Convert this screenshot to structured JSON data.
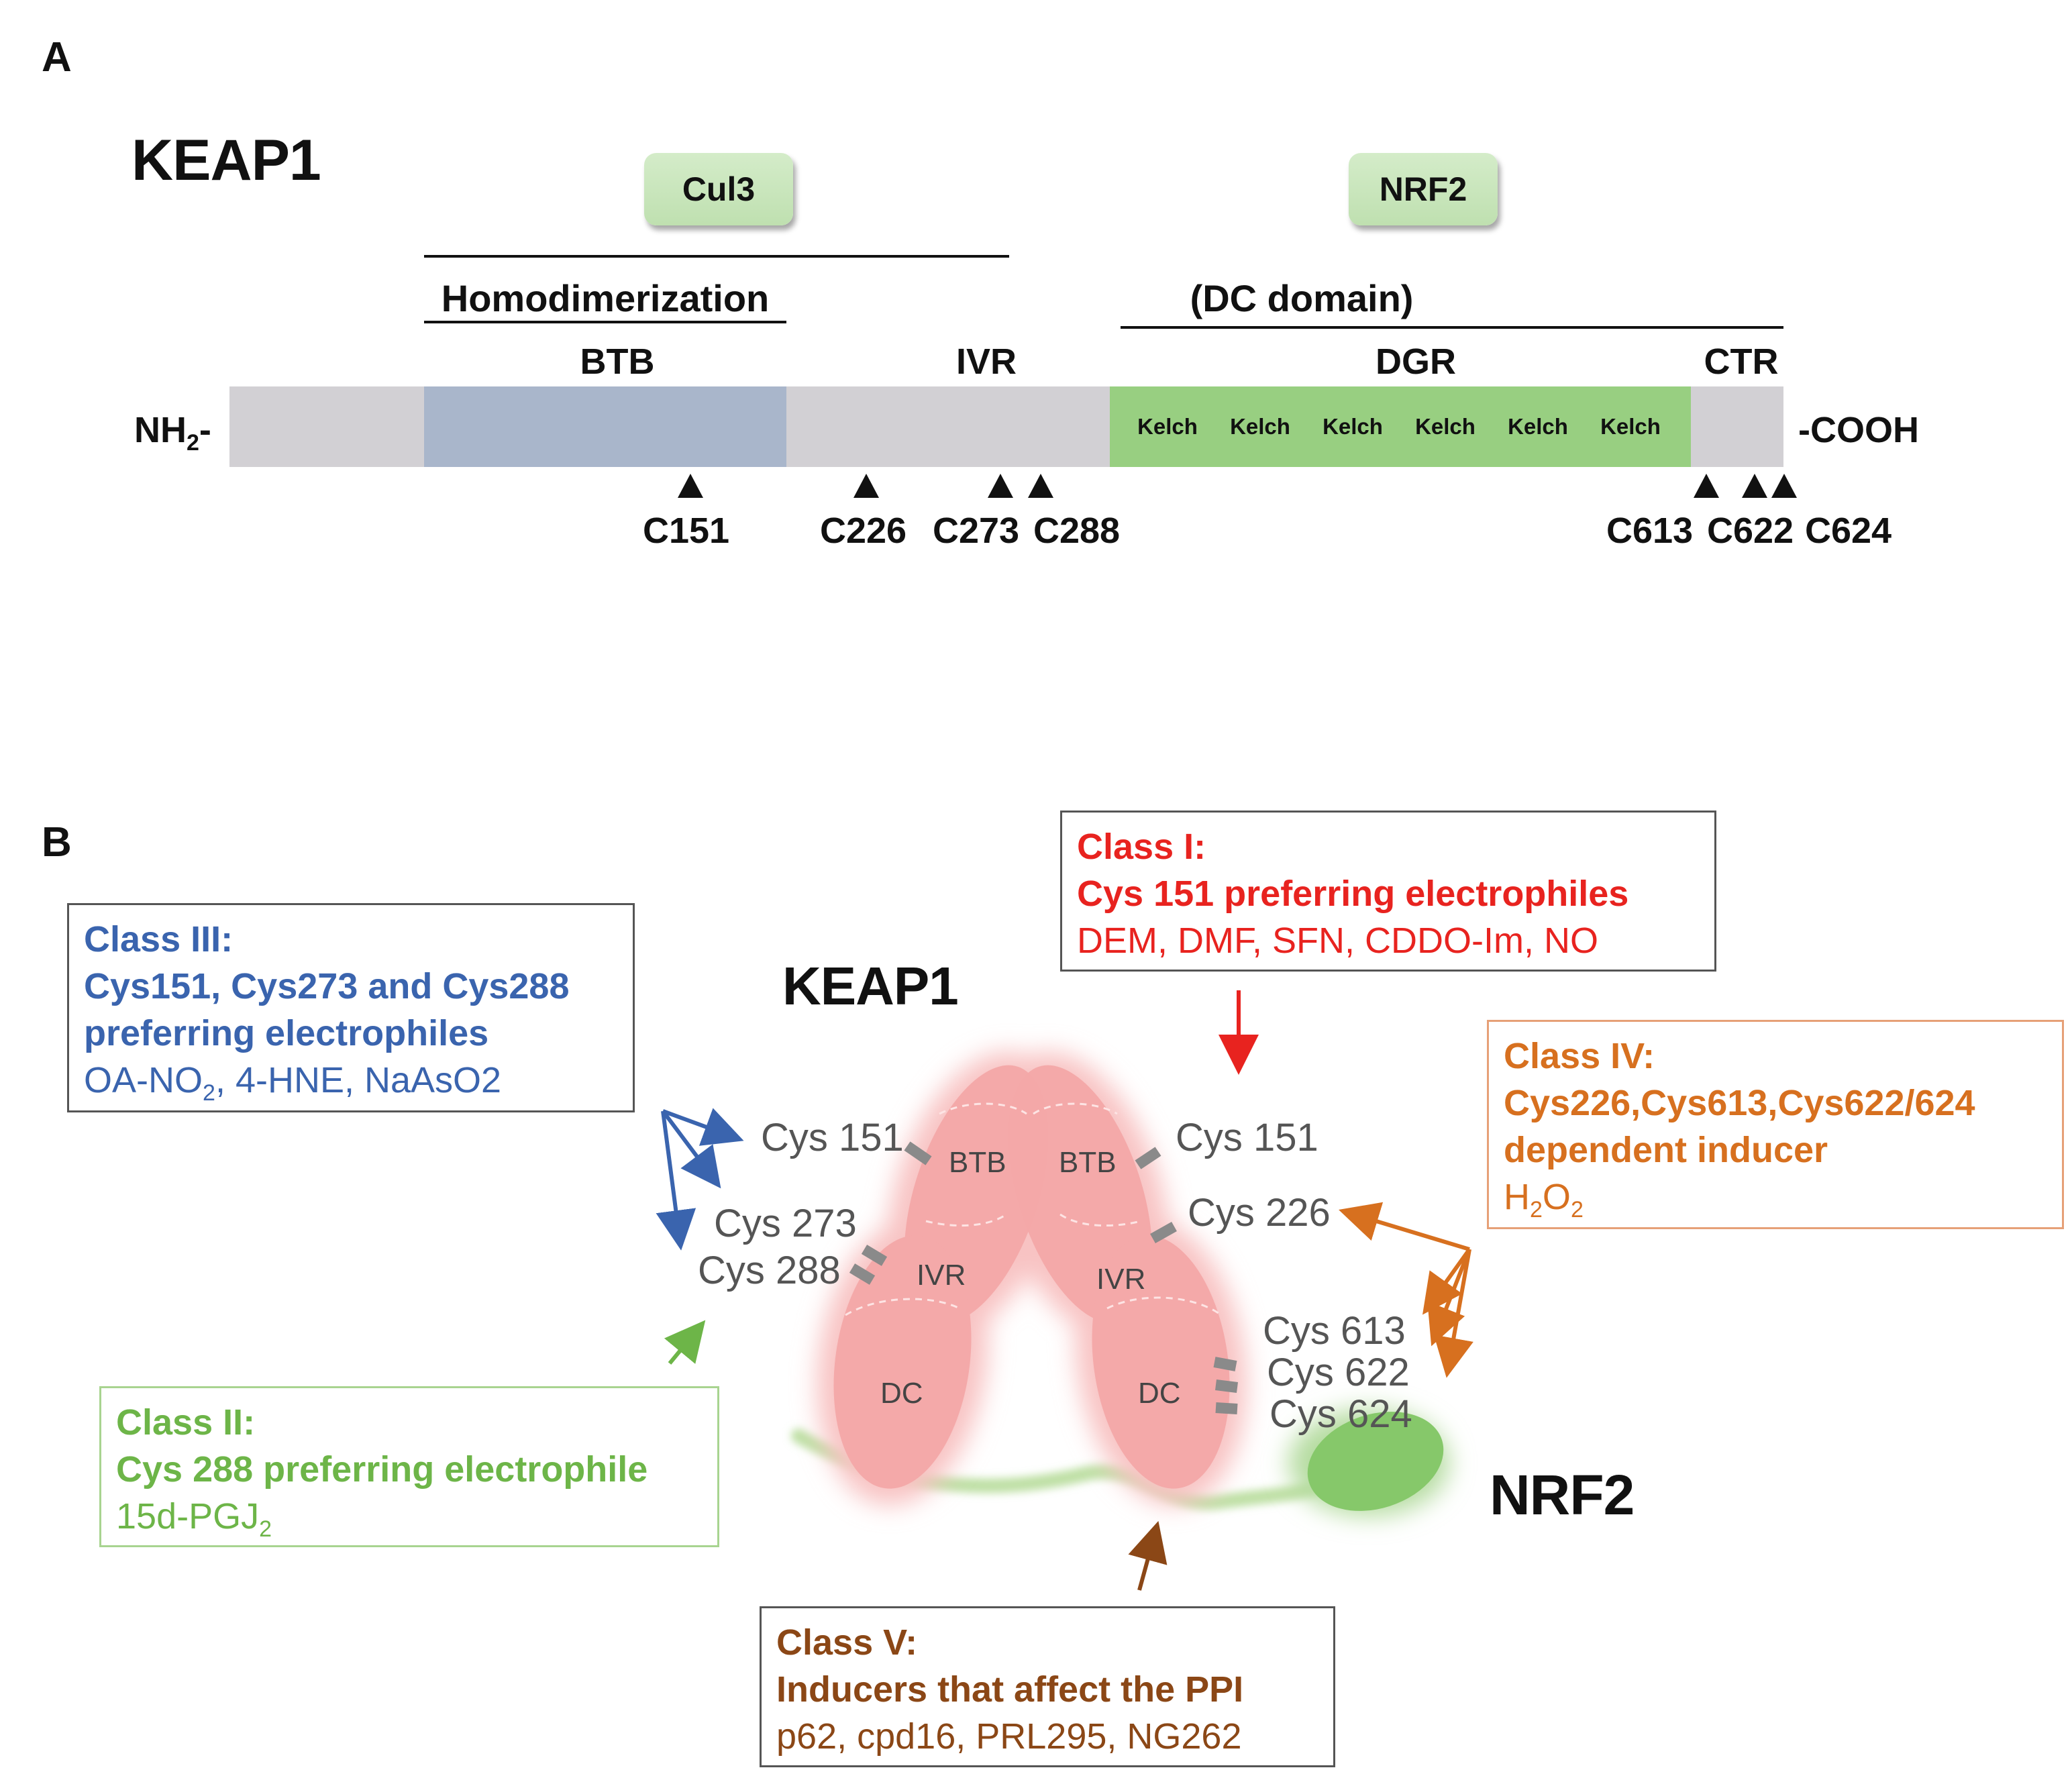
{
  "panel_a": {
    "letter": "A",
    "title": "KEAP1",
    "binding_partners": [
      "Cul3",
      "NRF2"
    ],
    "region_labels": [
      "Homodimerization",
      "(DC domain)"
    ],
    "domains": [
      "BTB",
      "IVR",
      "DGR",
      "CTR"
    ],
    "kelch_repeats": [
      "Kelch",
      "Kelch",
      "Kelch",
      "Kelch",
      "Kelch",
      "Kelch"
    ],
    "n_terminus": "NH",
    "n_terminus_sub": "2",
    "n_terminus_suffix": "-",
    "c_terminus": "-COOH",
    "cysteines": [
      "C151",
      "C226",
      "C273",
      "C288",
      "C613",
      "C622",
      "C624"
    ]
  },
  "panel_b": {
    "letter": "B",
    "keap1_label": "KEAP1",
    "nrf2_label": "NRF2",
    "left_sites": [
      "Cys 151",
      "Cys 273",
      "Cys 288"
    ],
    "right_sites": [
      "Cys 151",
      "Cys 226",
      "Cys 613",
      "Cys 622",
      "Cys 624"
    ],
    "left_domains": [
      "BTB",
      "IVR",
      "DC"
    ],
    "right_domains": [
      "BTB",
      "IVR",
      "DC"
    ],
    "class1": {
      "title": "Class I:",
      "subtitle": "Cys 151 preferring electrophiles",
      "examples": "DEM, DMF, SFN, CDDO-Im, NO",
      "color": "#e8231f"
    },
    "class2": {
      "title": "Class II:",
      "subtitle": "Cys 288 preferring electrophile",
      "examples_a": "15d-PGJ",
      "examples_sub": "2",
      "color": "#6db548"
    },
    "class3": {
      "title": "Class III:",
      "subtitle_1": "Cys151, Cys273 and Cys288",
      "subtitle_2": "preferring electrophiles",
      "ex_a": "OA-NO",
      "ex_sub": "2",
      "ex_b": ", 4-HNE, NaAsO2",
      "color": "#3a64ae"
    },
    "class4": {
      "title": "Class IV:",
      "subtitle_1": "Cys226,Cys613,Cys622/624",
      "subtitle_2": "dependent inducer",
      "ex_h": "H",
      "ex_sub1": "2",
      "ex_o": "O",
      "ex_sub2": "2",
      "color": "#d7701f"
    },
    "class5": {
      "title": "Class V:",
      "subtitle": "Inducers that affect the PPI",
      "examples": "p62, cpd16, PRL295, NG262",
      "color": "#8b4716"
    }
  }
}
